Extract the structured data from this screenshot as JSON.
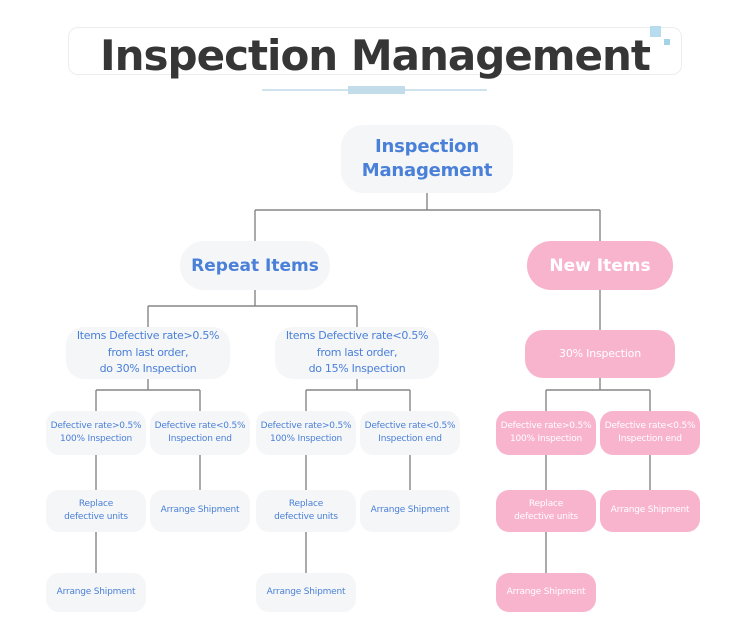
{
  "header": {
    "title": "Inspection Management",
    "decoration_icon": "blue-squares-icon"
  },
  "tree": {
    "nodes": {
      "root": "Inspection\nManagement",
      "repeat_items": "Repeat Items",
      "new_items": "New Items",
      "repeat_high": "Items Defective rate>0.5%\nfrom last order,\ndo 30% Inspection",
      "repeat_low": "Items Defective rate<0.5%\nfrom last order,\ndo 15% Inspection",
      "new_inspection": "30% Inspection",
      "defective_high": "Defective rate>0.5%\n100% Inspection",
      "defective_low": "Defective rate<0.5%\nInspection end",
      "replace_units": "Replace\ndefective units",
      "arrange_shipment": "Arrange Shipment"
    },
    "edges": [
      {
        "from": "root",
        "to": "repeat_items"
      },
      {
        "from": "root",
        "to": "new_items"
      },
      {
        "from": "repeat_items",
        "to": "repeat_high"
      },
      {
        "from": "repeat_items",
        "to": "repeat_low"
      },
      {
        "from": "new_items",
        "to": "new_inspection"
      },
      {
        "from": "repeat_high",
        "to": "defective_high"
      },
      {
        "from": "repeat_high",
        "to": "defective_low"
      },
      {
        "from": "repeat_low",
        "to": "defective_high"
      },
      {
        "from": "repeat_low",
        "to": "defective_low"
      },
      {
        "from": "new_inspection",
        "to": "defective_high"
      },
      {
        "from": "new_inspection",
        "to": "defective_low"
      },
      {
        "from": "defective_high",
        "to": "replace_units"
      },
      {
        "from": "defective_low",
        "to": "arrange_shipment"
      },
      {
        "from": "replace_units",
        "to": "arrange_shipment"
      }
    ]
  },
  "colors": {
    "accent_blue": "#4a80d8",
    "node_gray": "#f5f6f8",
    "node_pink": "#f9b4cd",
    "pink_text": "#ffffff",
    "connector": "#858585",
    "title_text": "#363636",
    "underline_blue": "#c3dcea"
  }
}
